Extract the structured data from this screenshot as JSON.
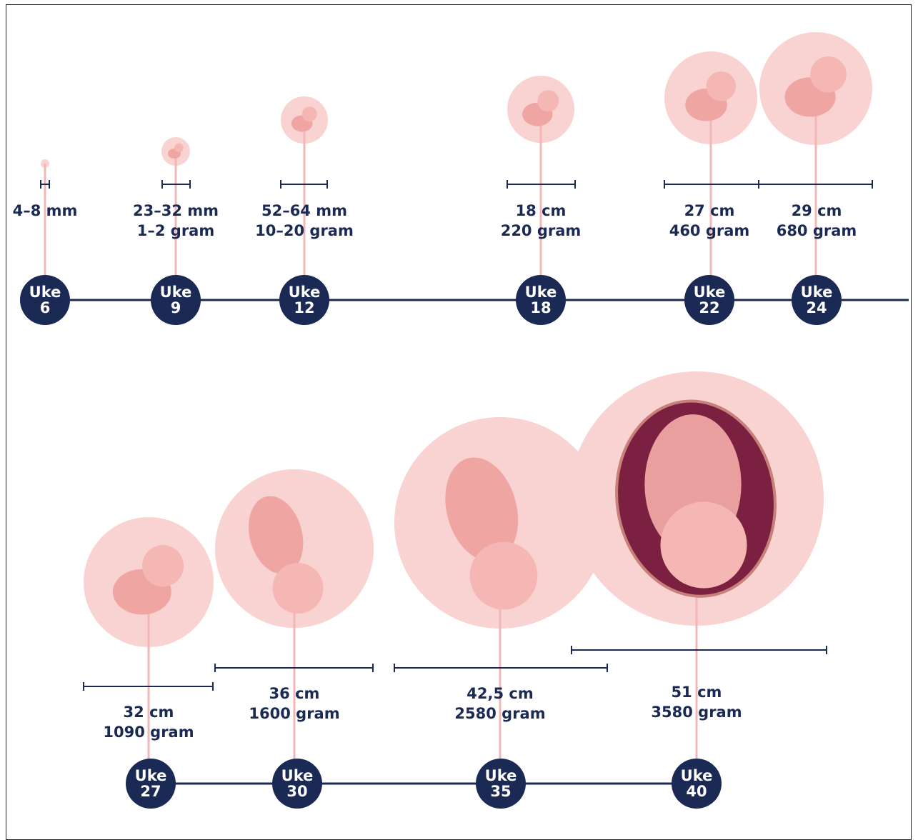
{
  "colors": {
    "navy": "#1b2a55",
    "pink_circle": "#f9d3d1",
    "pink_line": "#f2b7b5",
    "fetus": "#efa6a3",
    "womb": "#7b2040"
  },
  "week_prefix": "Uke",
  "milestones": [
    {
      "id": "w6",
      "week": "6",
      "length": "4–8 mm",
      "weight": ""
    },
    {
      "id": "w9",
      "week": "9",
      "length": "23–32 mm",
      "weight": "1–2 gram"
    },
    {
      "id": "w12",
      "week": "12",
      "length": "52–64 mm",
      "weight": "10–20 gram"
    },
    {
      "id": "w18",
      "week": "18",
      "length": "18 cm",
      "weight": "220 gram"
    },
    {
      "id": "w22",
      "week": "22",
      "length": "27 cm",
      "weight": "460 gram"
    },
    {
      "id": "w24",
      "week": "24",
      "length": "29 cm",
      "weight": "680 gram"
    },
    {
      "id": "w27",
      "week": "27",
      "length": "32 cm",
      "weight": "1090 gram"
    },
    {
      "id": "w30",
      "week": "30",
      "length": "36 cm",
      "weight": "1600 gram"
    },
    {
      "id": "w35",
      "week": "35",
      "length": "42,5 cm",
      "weight": "2580 gram"
    },
    {
      "id": "w40",
      "week": "40",
      "length": "51 cm",
      "weight": "3580 gram"
    }
  ]
}
